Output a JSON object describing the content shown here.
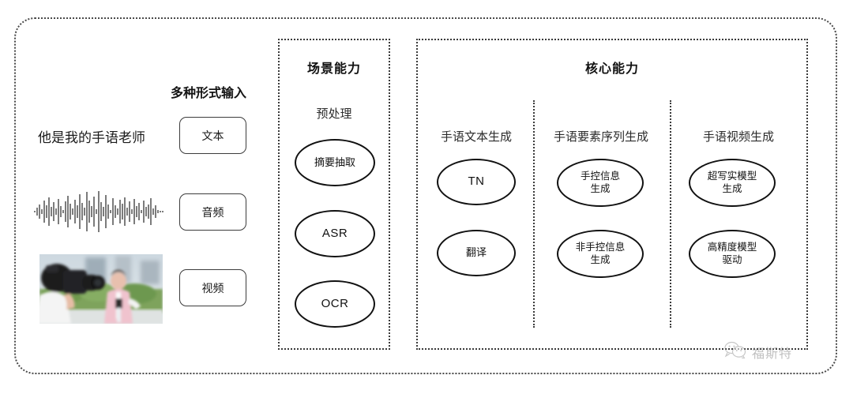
{
  "frame": {
    "border_color": "#4a4a4a"
  },
  "input_section": {
    "heading": "多种形式输入",
    "sample_text": "他是我的手语老师",
    "chips": [
      {
        "label": "文本"
      },
      {
        "label": "音频"
      },
      {
        "label": "视频"
      }
    ],
    "waveform_name": "audio-waveform",
    "photo_caption": "camera-operator-filming-reporter"
  },
  "scene_panel": {
    "title": "场景能力",
    "group_label": "预处理",
    "nodes": [
      {
        "label": "摘要抽取",
        "script": "cjk"
      },
      {
        "label": "ASR",
        "script": "latin"
      },
      {
        "label": "OCR",
        "script": "latin"
      }
    ]
  },
  "core_panel": {
    "title": "核心能力",
    "columns": [
      {
        "heading": "手语文本生成",
        "nodes": [
          {
            "line1": "TN",
            "line2": "",
            "script": "latin"
          },
          {
            "line1": "翻译",
            "line2": "",
            "script": "cjk"
          }
        ]
      },
      {
        "heading": "手语要素序列生成",
        "nodes": [
          {
            "line1": "手控信息",
            "line2": "生成",
            "script": "cjk"
          },
          {
            "line1": "非手控信息",
            "line2": "生成",
            "script": "cjk"
          }
        ]
      },
      {
        "heading": "手语视频生成",
        "nodes": [
          {
            "line1": "超写实模型",
            "line2": "生成",
            "script": "cjk"
          },
          {
            "line1": "高精度模型",
            "line2": "驱动",
            "script": "cjk"
          }
        ]
      }
    ]
  },
  "watermark": {
    "icon": "wechat-icon",
    "text": "福斯特",
    "color": "#8d8d8d"
  },
  "colors": {
    "ink": "#111111",
    "dotted_border": "#3a3a3a",
    "chip_border": "#3c3c3c",
    "background": "#ffffff"
  }
}
